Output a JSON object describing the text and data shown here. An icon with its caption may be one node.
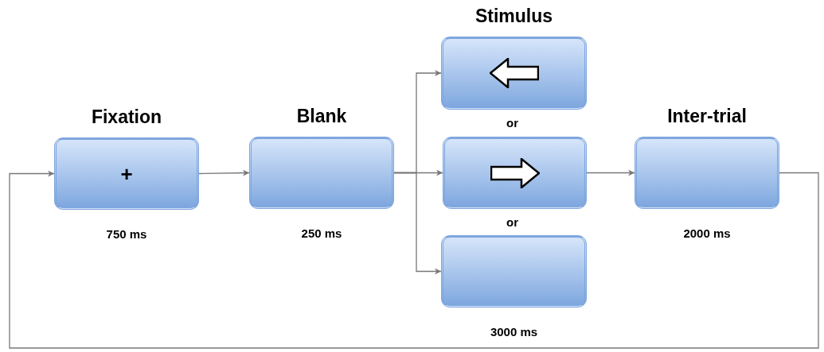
{
  "diagram": {
    "nodes": [
      {
        "text": [
          "Fixation",
          "+"
        ],
        "beside": [
          "750 ms"
        ]
      },
      {
        "text": [
          "Blank"
        ],
        "beside": [
          "250 ms"
        ]
      },
      {
        "text": [
          "Stimulus"
        ]
      },
      {
        "text": [],
        "shape": "box"
      },
      {
        "text": [],
        "shape": "box",
        "beside": [
          "3000 ms"
        ]
      },
      {
        "text": [
          "Inter-trial"
        ],
        "beside": [
          "2000 ms"
        ]
      }
    ],
    "edges": [
      {
        "from": 0,
        "to": 1,
        "arrow": "to"
      },
      {
        "from": 1,
        "to": 2,
        "arrow": "to"
      },
      {
        "from": 1,
        "to": 3,
        "arrow": "to"
      },
      {
        "from": 1,
        "to": 4,
        "arrow": "to"
      },
      {
        "from": 3,
        "to": 5,
        "arrow": "to"
      },
      {
        "from": 5,
        "to": 0,
        "arrow": "to"
      }
    ],
    "labels": [
      "or",
      "or"
    ]
  }
}
